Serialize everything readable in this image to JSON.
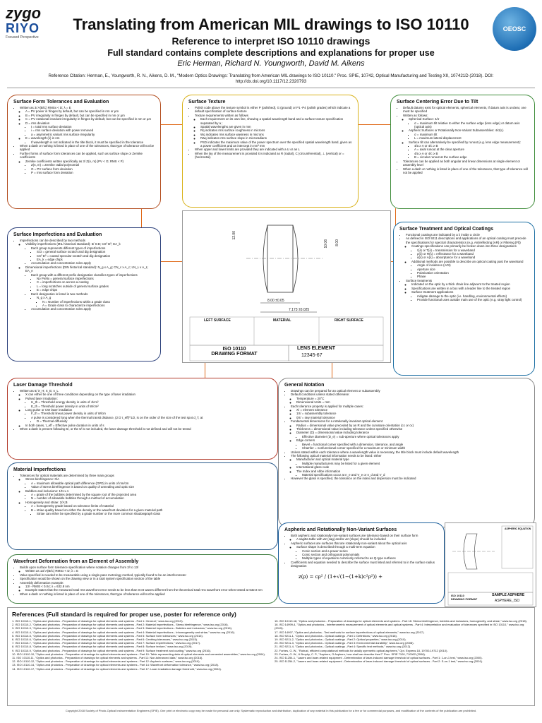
{
  "logos": {
    "zygo": "zygo",
    "riyo": "RIYO",
    "riyo_sub": "Focused Perspective",
    "osa": "OEOSC"
  },
  "header": {
    "title": "Translating from American MIL drawings to ISO 10110",
    "subtitle1": "Reference to interpret ISO 10110 drawings",
    "subtitle2": "Full standard contains complete descriptions and explanations for proper use",
    "authors": "Eric Herman, Richard N. Youngworth, David M. Aikens",
    "citation": "Reference Citation: Herman, E., Youngworth, R. N., Aikens, D. M., \"Modern Optics Drawings: Translating from American MIL drawings to ISO 10110.\" Proc. SPIE, 10742, Optical Manufacturing and Testing XII, 107421D (2018). DOI: http://dx.doi.org/10.1117/12.2320793"
  },
  "sections": {
    "surface_form": {
      "title": "Surface Form Tolerances and Evaluation",
      "items": [
        "Written as 3/ A(B/C) RMSx < D; λ = E",
        "A = PV power in fringes by default, but can be specified in nm or µm",
        "B = PV irregularity in fringes by default, but can be specified in nm or µm",
        "C = PV rotational invariant irregularity in fringes by default, but can be specified in nm or µm",
        "D = rms deviation",
        "t = total rms surface deviation",
        "i = rms surface deviation with power removed",
        "a = asymmetric variant rms surface irregularity",
        "E = wavelength (λ) in nm",
        "If wavelength is not indicated in the title block, it must be specified in the tolerance",
        "When a dash or nothing is listed in place of one of the tolerances, that type of tolerance will not be applied",
        "Further forms of surface form tolerances can be applied, such as surface slope or Zernike coefficients",
        "Zernike coefficients written specifically as 3/ Z(n, m) (PV < O; RMS < P)",
        "Z(n, m) = Zernike radial polynomial",
        "O = PV surface form deviation",
        "P = rms surface form deviation"
      ]
    },
    "surface_texture": {
      "title": "Surface Texture",
      "items": [
        "Polish code above the texture symbol is either P (polished), G (ground) or P1 -P4 (polish grades) which indicate a default specification of surface texture",
        "Texture requirements written as follows",
        "Each requirement on its own line, showing a spatial wavelength band and a surface texture specification separated by a ;",
        "Spatial wavelengths are given in mm",
        "Rq indicates rms surface roughness in microns",
        "Wq indicates rms surface waviness in microns",
        "RΔq indicates rms surface slope in microradians",
        "PSD indicates the maximum value of the power spectrum over the specified spatial wavelength band, given as a power coefficient and an intercept in nm³ mm",
        "When upper and lower limits are provided they are indicated with a U or an L",
        "When the lay of the measurement is provided it is indicated as R (radial), C (circumferential), ⊥ (vertical) or = (horizontal)."
      ]
    },
    "centering": {
      "title": "Surface Centering Error Due to Tilt",
      "items": [
        "Default datums exist for optical elements, spherical elements, if datum axis is unclear, one must be specified",
        "Written as follows:",
        "Spherical Surface: 4/σ",
        "σ = maximum tilt relative to either the surface edge (lens edge) or datum axis (optical axis)",
        "Aspheric Surfaces or Rotationally Non-Variant Subassemblies: 4/σ(L)",
        "σ = maximum tilt",
        "L = maximum lateral displacement",
        "Surface tilt can alternatively be specified by runout (e.g. lens edge measurement):",
        "4/a ≥ A or 4/c ≥ B",
        "A = axial runout at the clear aperture",
        "4/a ≥ A or 4/c ≥ B",
        "B = circular runout at the surface edge",
        "Tolerances can be applied as both angular and linear dimensions at single element or assembly level",
        "When a dash or nothing is listed in place of one of the tolerances, that type of tolerance will not be applied"
      ]
    },
    "imperfections": {
      "title": "Surface Imperfections and Evaluation",
      "items": [
        "Imperfections can be described by two methods",
        "Visibility imperfections (MIL historical standard): 5/ S:D; CS² D²; EA_k",
        "Each group represents different types of imperfections",
        "S:D = general surface scratch and dig designation",
        "CS² D² = coated specular scratch and dig designation",
        "EA_k = edge chips",
        "Accumulation and concentration rules apply",
        "Dimensional imperfections (DIN historical standard): N_g x A_g; CN_c x A_c; LN_L x A_L; EA_e",
        "Each group with a different prefix designation classifies types of imperfections",
        "No Prefix = general surface imperfections",
        "C = imperfections on across a coating",
        "L = long scratches outside of general surface grades",
        "E = edge chips",
        "Each designation is listed in two methods",
        "N_g x A_g",
        "N = Number of imperfections within a grade class",
        "A = Grade class to characterize imperfections",
        "Accumulation and concentration rules apply"
      ]
    },
    "treatment": {
      "title": "Surface Treatment and Optical Coatings",
      "items": [
        "Functional coatings are indicated by a λ inside a circle",
        "As defined in ISO 9211 descriptions and applications of an optical coating must precede the specifications for spectral characteristics (e.g. Antireflecting [AR] or Filtering [Fl])",
        "Coatings specifications can primarily be broken down into three designations",
        "τ(λ) or T(λ) = transmission for a waveband",
        "ρ(λ) or R(λ) = reflectance for a waveband",
        "α(λ) or A(λ) = absorptance for a waveband",
        "Additional methods are possible to describe an optical coating past the waveband",
        "Angle of incidence (AOI)",
        "Aperture size",
        "Polarization orientation",
        "Phase",
        "Surface treatments",
        "Indicated on the optic by a thick chain line adjacent to the treated region",
        "Specifications are written in a box with a leader line to the treated region",
        "Surface treatment applications",
        "mitigate damage to the optic (i.e. handling, environmental effects)",
        "Provide functional uses outside main use of the optic (e.g. stray light control)"
      ]
    },
    "laser": {
      "title": "Laser Damage Threshold",
      "items": [
        "Written as 6/ X_H; X_E; n_L",
        "X can either be one of three conditions depending on the type of laser irradiation",
        "Pulsed laser irradiation:",
        "H_th = Threshold energy density in units of J/cm²",
        "E_th = Threshold power density in units of W/cm²",
        "Long pulse or CW laser irradiation",
        "F_th = Threshold linear power density in units of W/cm",
        "A pulse is considered long when the thermal transit distance, (2 D τ_eff)^1/2, is on the order of the size of the test spot d_T, at",
        "D = Thermal diffusivity",
        "In both cases, τ_eff = Effective pulse duration in units of s",
        "When a dash is present following 6/, or the 6/ is not included, the laser damage threshold is not defined and will not be tested"
      ]
    },
    "general": {
      "title": "General Notation",
      "items": [
        "Drawings can be prepared for an optical element or subassembly",
        "Default conditions unless stated otherwise:",
        "Temperature = 20°C",
        "Dimensional Units = mm",
        "Each tolerance property is applied for multiple cases:",
        "X/ = element tolerance",
        "1X/ = subassembly tolerance",
        "0X/ = raw material tolerance",
        "Fundamental dimensions for a rotationally invariant optical element",
        "Radius = dimensional value preceded by an R and the curvature orientation (cc or cx)",
        "Thickness = dimensional value including tolerance unless specified otherwise",
        "Diameter (D) = dimensional value including tolerance",
        "Effective diameter (D_e) = sub-aperture where optical tolerances apply",
        "Edge corners",
        "Bevel = functional corner specified with a dimension, tolerance, and angle",
        "Chamfer = nonfunctional corner specified for a maximum or minimum width",
        "Unless stated within each tolerance where a wavelength value is necessary, the title block must include default wavelength",
        "The following optical material information needs to be listed: either",
        "Manufacturer and optical material type",
        "Multiple manufacturers may be listed for a given element",
        "International glass code",
        "The Index and Abbe information",
        "Material specifications occur at n_e and V_e or n_d and V_d",
        "However the glass is specified, the tolerance on the index and dispersion must be indicated"
      ]
    },
    "materials": {
      "title": "Material Imperfections",
      "items": [
        "Tolerances for optical materials are determined by three main groups",
        "Stress birefringence: 0/A",
        "A = maximum allowable optical path difference (OPD) in units of nm/cm",
        "Value of stress birefringence is based on quality of annealing and optic size",
        "Bubbles and inclusions: 1/N x A",
        "A = grade of the bubbles determined by the square root of the projected area",
        "N = number of allowable bubbles through a method of accumulation",
        "Homogeneity and striae: 2/A;B",
        "A = homogeneity grade based on tolerance limits of material",
        "B = striae quality based on either the density or the wavefront deviation for a given material path",
        "Striae can either be specified by a grade number or the more common shadowgraph class"
      ]
    },
    "wavefront": {
      "title": "Wavefront Deformation from an Element of Assembly",
      "items": [
        "Builds upon surface form tolerance specification where notation changes from 3/ to 13/",
        "Written as 13/ A(B/C) RMSx < D; λ = E",
        "Value specified is needed to be measurable using a single-pass metrology method, typically found to be an interferometer",
        "Specification would be shown on the drawing view or in a total system specification section of the table",
        "Assembly deformation example:",
        "13/ - RMSt < 0.04; λ = 632.8 nm",
        "Example states that the measured total rms wavefront error needs to be less than 0.04 waves different from the theoretical total rms wavefront error when tested at 632.8 nm",
        "When a dash or nothing is listed in place of one of the tolerances, that type of tolerance will not be applied"
      ]
    },
    "aspheric": {
      "title": "Aspheric and Rotationally Non-Variant Surfaces",
      "items": [
        "Both aspheric and rotationally non-variant surfaces are tolerance based on their surface form",
        "A sagitta table with Δz (sag) and/or Δz (slope) should be included",
        "Aspheric surfaces are surfaces that are rotationally non-variant about the optical axis",
        "Surface shape is described through a multi-term equation",
        "Conic section and a power series",
        "Conic section and orthogonal polynomials",
        "Multiple types of equations commonly referred to as Q-type surfaces",
        "Coefficients and equation needed to describe the surface must listed and referred to in the surface radius designation"
      ]
    }
  },
  "drawing1": {
    "title_lines": [
      "ISO 10110",
      "DRAWING FORMAT"
    ],
    "part_name": "LENS ELEMENT",
    "part_no": "12345-67",
    "dims": [
      "12.00",
      "8.00 ±0.05",
      "7.173 ±0.025",
      "10.06",
      "8.00"
    ],
    "left_label": "LEFT SURFACE",
    "material_label": "MATERIAL",
    "right_label": "RIGHT SURFACE"
  },
  "drawing2": {
    "title_lines": [
      "ISO 10110",
      "DRAWING FORMAT"
    ],
    "part_name": "SAMPLE ASPHERE",
    "part_no": "ASPHERE_ISO",
    "eq_label": "ASPHERIC EQUATION"
  },
  "references": {
    "title": "References (Full standard is required for proper use, poster for reference only)",
    "left": [
      "1. ISO 10110-1, \"Optics and photonics - Preparation of drawings for optical elements and systems - Part 1: General,\" www.iso.org (2019).",
      "2. ISO 10110-2, \"Optics and photonics - Preparation of drawings for optical elements and systems - Part 2: Material imperfections - Stress birefringence,\" www.iso.org (2016).",
      "3. ISO 10110-3, \"Optics and photonics - Preparation of drawings for optical elements and systems - Part 3: Material imperfections - Bubbles and inclusions,\" www.iso.org (2016).",
      "4. ISO 10110-4, \"Optics and photonics - Preparation of drawings for optical elements and systems - Part 4: Material imperfections - Inhomogeneity and striae,\" www.iso.org (2016).",
      "5. ISO 10110-5, \"Optics and photonics - Preparation of drawings for optical elements and systems - Part 5: Surface form tolerances,\" www.iso.org (2015).",
      "6. ISO 10110-6, \"Optics and photonics - Preparation of drawings for optical elements and systems - Part 6: Centring tolerances,\" www.iso.org (2015).",
      "7. ISO 10110-7, \"Optics and photonics - Preparation of drawings for optical elements and systems - Part 7: Surface imperfections,\" www.iso.org (2017).",
      "8. ISO 10110-8, \"Optics and photonics - Preparation of drawings for optical elements and systems - Part 8: Surface texture,\" www.iso.org (2019).",
      "9. ISO 10110-9, \"Optics and photonics - Preparation of drawings for optical elements and systems - Part 9: Surface treatment and coating,\" www.iso.org (2016).",
      "10. ISO 10110-10, \"Optics and photonics - Preparation of drawings for optical elements and systems - Part 10: Table representing data of optical elements and cemented assemblies,\" www.iso.org (2004).",
      "11. ISO 10110-11, \"Optics and photonics - Preparation of drawings for optical elements and systems - Part 11: Non-toleranced data,\" www.iso.org (2016).",
      "12. ISO 10110-12, \"Optics and photonics - Preparation of drawings for optical elements and systems - Part 12: Aspheric surfaces,\" www.iso.org (2019).",
      "13. ISO 10110-14, \"Optics and photonics - Preparation of drawings for optical elements and systems - Part 14: Wavefront deformation tolerance,\" www.iso.org (2018).",
      "14. ISO 10110-17, \"Optics and photonics - Preparation of drawings for optical elements and systems - Part 17: Laser irradiation damage threshold,\" www.iso.org (2004)."
    ],
    "right": [
      "15. ISO 10110-18, \"Optics and photonics - Preparation of drawings for optical elements and systems - Part 18: Stress birefringence, bubbles and inclusions, homogeneity, and striae,\" www.iso.org (2018).",
      "16. ISO 14999-4, \"Optics and photonics - Interferometric measurement of optical elements and optical systems - Part 4: Interpretation and evaluation of tolerances specified in ISO 10110,\" www.iso.org (2015).",
      "17. ISO 14997, \"Optics and photonics - Test methods for surface imperfections of optical elements,\" www.iso.org (2017).",
      "18. ISO 9211-1, \"Optics and photonics - Optical coatings - Part 1: Definitions,\" www.iso.org (2018).",
      "19. ISO 9211-2, \"Optics and photonics - Optical coatings - Part 2: Optical properties,\" www.iso.org (2010).",
      "20. ISO 9211-3, \"Optics and photonics - Optical coatings - Part 3: Environmental durability,\" www.iso.org (2008).",
      "21. ISO 9211-4, \"Optics and photonics - Optical coatings - Part 4: Specific test methods,\" www.iso.org (2012).",
      "22. Forbes, G. W., \"Robust, efficient computational methods for axially symmetric optical aspheres,\" Opt. Express 18, 19700-19712 (2010).",
      "23. Forbes, G. W., & Brophy, C. P., \"Asphere, O Asphere, how shall we describe thee?\" Proc. SPIE 7100, 710002 (2008).",
      "24. ISO 11254-1, \"Lasers and laser-related equipment - Determination of laser-induced damage threshold of optical surfaces - Part 1: 1-on-1 test,\" www.iso.org (2000).",
      "25. ISO 11254-2, \"Lasers and laser-related equipment - Determination of laser-induced damage threshold of optical surfaces - Part 2: S-on-1 test,\" www.iso.org (2001)."
    ]
  },
  "copyright": "Copyright 2018 Society of Photo-Optical Instrumentation Engineers (SPIE). One print or electronic copy may be made for personal use only. Systematic reproduction and distribution, duplication of any material in this publication for a fee or for commercial purposes, and modification of the contents of the publication are prohibited."
}
